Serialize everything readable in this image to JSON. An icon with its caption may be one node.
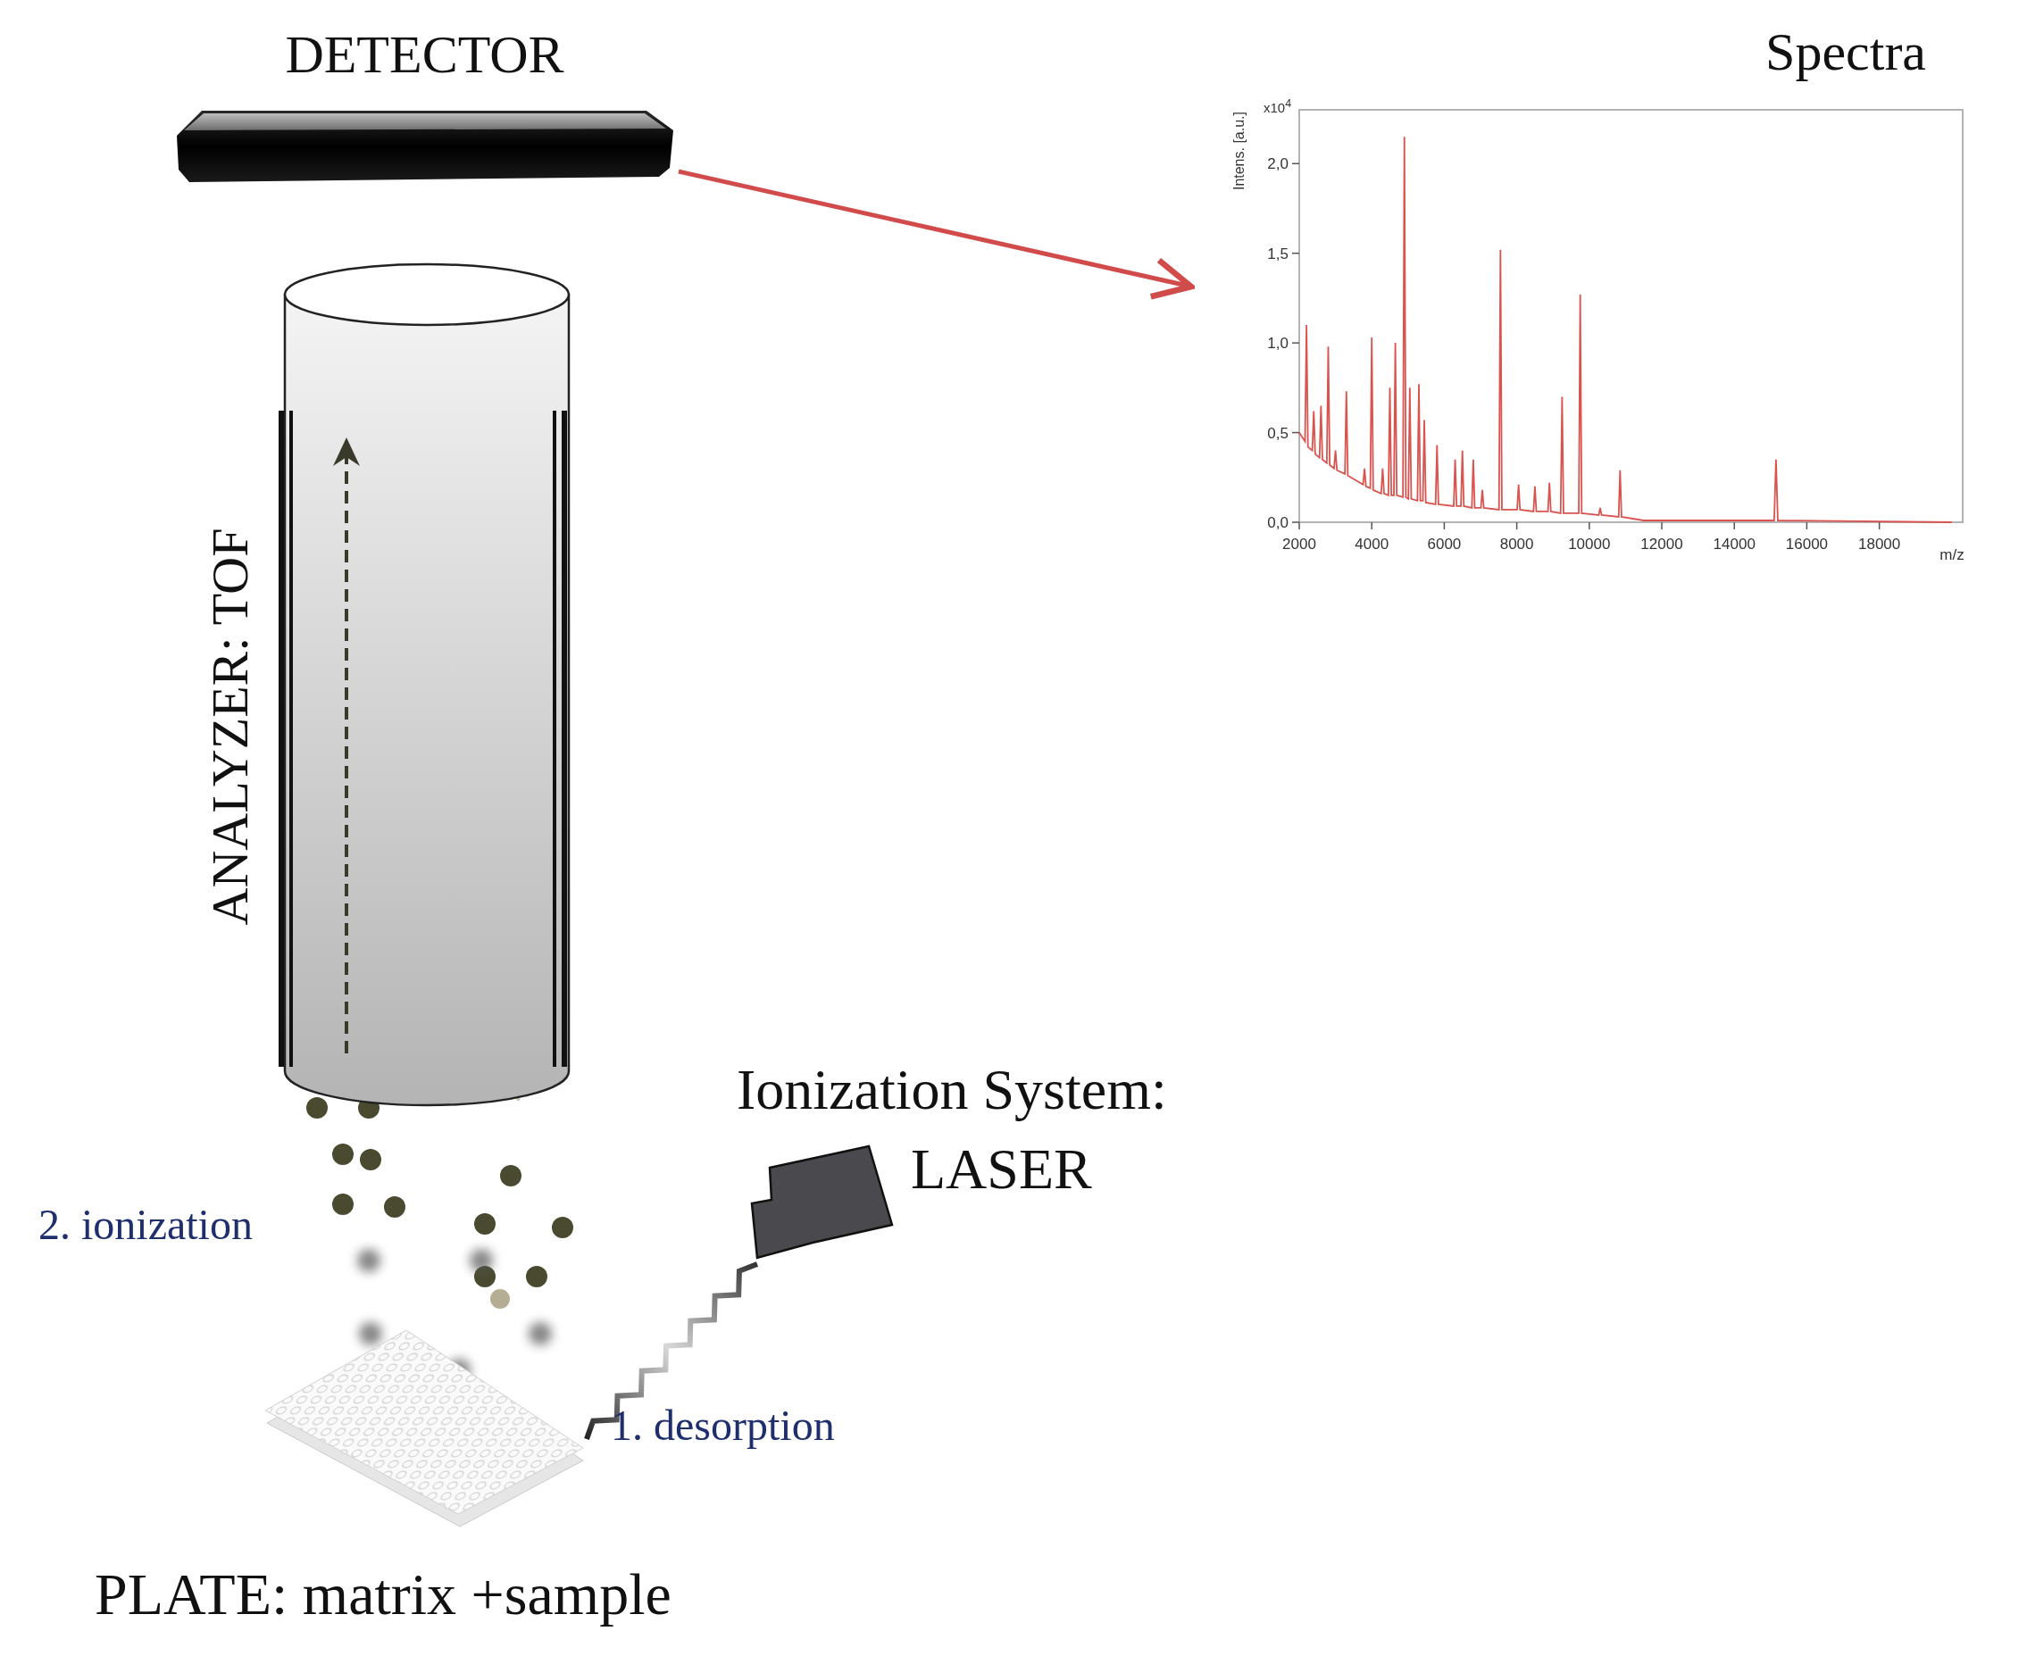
{
  "diagram": {
    "nodes": [
      {
        "text": [
          "DETECTOR"
        ]
      },
      {
        "text": [
          "Spectra"
        ]
      },
      {
        "text": [
          "ANALYZER: TOF"
        ]
      },
      {
        "text": [],
        "shape": "picture",
        "beside": [
          "Ionization System:",
          "LASER"
        ]
      },
      {
        "text": [],
        "shape": "picture",
        "beside": [
          "PLATE: matrix +sample"
        ]
      }
    ],
    "edges": [
      {
        "from": 0,
        "to": 1,
        "arrow": "to",
        "color": "#d24b4b"
      },
      {
        "from": 3,
        "to": 4,
        "arrow": "none"
      }
    ],
    "labels": [
      "2. ionization",
      "1. desorption"
    ],
    "chart_data": {
      "type": "line",
      "xlabel": "m/z",
      "ylabel": "Intens. [a.u.]",
      "x": [
        2000,
        2160,
        2200,
        2240,
        2360,
        2400,
        2440,
        2560,
        2600,
        2640,
        2760,
        2800,
        2840,
        2960,
        3000,
        3040,
        3260,
        3300,
        3340,
        3760,
        3800,
        3840,
        3960,
        4000,
        4040,
        4260,
        4300,
        4340,
        4460,
        4500,
        4540,
        4610,
        4650,
        4690,
        4860,
        4900,
        4940,
        5010,
        5050,
        5090,
        5260,
        5300,
        5340,
        5410,
        5450,
        5490,
        5760,
        5800,
        5840,
        6260,
        6300,
        6340,
        6460,
        6500,
        6540,
        6760,
        6800,
        6840,
        7010,
        7050,
        7090,
        7510,
        7550,
        7590,
        8010,
        8050,
        8090,
        8460,
        8500,
        8540,
        8860,
        8900,
        8940,
        9210,
        9250,
        9290,
        9710,
        9750,
        9790,
        10260,
        10300,
        10340,
        10810,
        10850,
        10890,
        11500,
        15100,
        15150,
        15200,
        20000
      ],
      "series": [
        {
          "color": "#d9534f",
          "values": [
            0.5,
            0.45,
            1.1,
            0.42,
            0.4,
            0.62,
            0.38,
            0.36,
            0.65,
            0.35,
            0.33,
            0.98,
            0.32,
            0.3,
            0.4,
            0.29,
            0.27,
            0.73,
            0.26,
            0.21,
            0.3,
            0.2,
            0.19,
            1.03,
            0.18,
            0.16,
            0.3,
            0.16,
            0.15,
            0.75,
            0.15,
            0.15,
            1.0,
            0.15,
            0.14,
            2.15,
            0.14,
            0.13,
            0.75,
            0.13,
            0.12,
            0.77,
            0.12,
            0.12,
            0.57,
            0.11,
            0.1,
            0.43,
            0.1,
            0.09,
            0.35,
            0.09,
            0.09,
            0.4,
            0.09,
            0.08,
            0.35,
            0.08,
            0.08,
            0.18,
            0.08,
            0.07,
            1.52,
            0.07,
            0.07,
            0.21,
            0.07,
            0.06,
            0.2,
            0.06,
            0.06,
            0.22,
            0.06,
            0.05,
            0.7,
            0.05,
            0.05,
            1.27,
            0.05,
            0.04,
            0.08,
            0.04,
            0.03,
            0.29,
            0.03,
            0.01,
            0.01,
            0.35,
            0.01,
            0.0
          ]
        }
      ],
      "xlim": [
        2000,
        20300
      ],
      "ylim": [
        0,
        2.3
      ],
      "xticks": [
        2000,
        4000,
        6000,
        8000,
        10000,
        12000,
        14000,
        16000,
        18000
      ],
      "yticks": [
        {
          "value": 0,
          "label": "0,0"
        },
        {
          "value": 0.5,
          "label": "0,5"
        },
        {
          "value": 1,
          "label": "1,0"
        },
        {
          "value": 1.5,
          "label": "1,5"
        },
        {
          "value": 2,
          "label": "2,0"
        }
      ],
      "annotations": [
        "x10$^{4}$"
      ]
    }
  }
}
